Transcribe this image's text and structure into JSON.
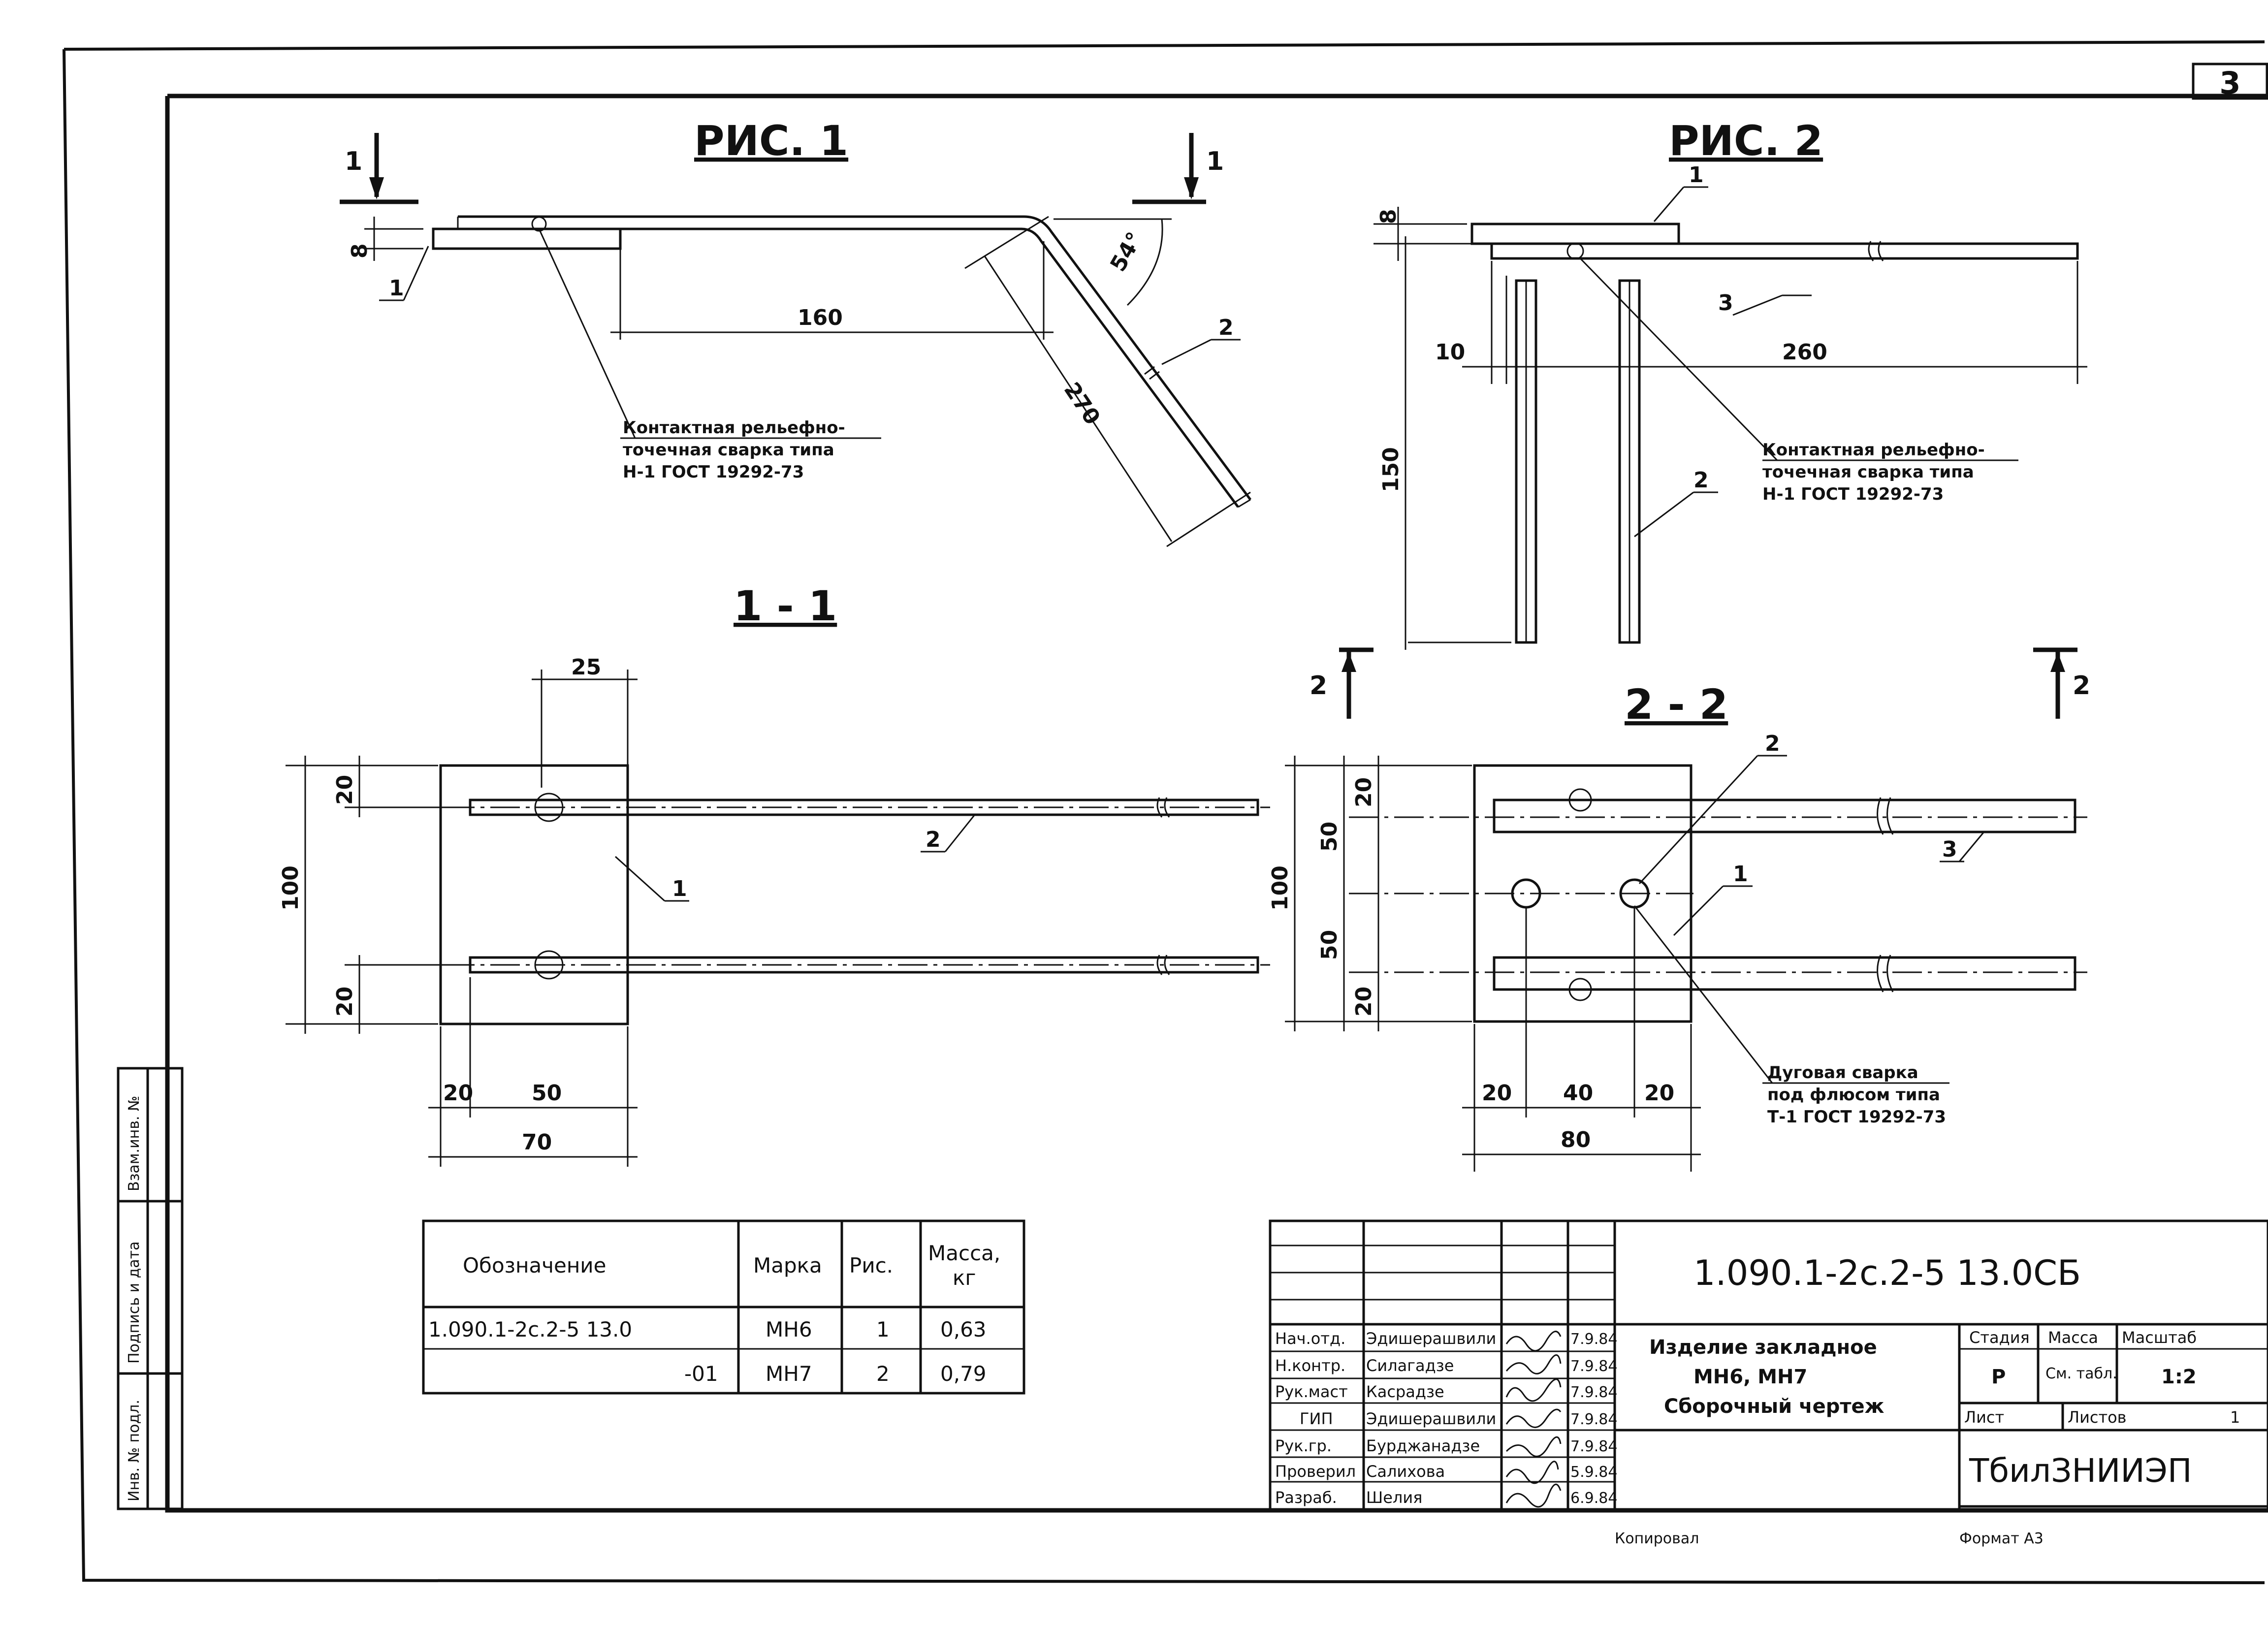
{
  "sheet": {
    "number": "3"
  },
  "figures": {
    "fig1": {
      "title": "РИС. 1",
      "section_mark": "1",
      "angle": "54°",
      "dims": {
        "thickness": "8",
        "length_160": "160",
        "length_270": "270"
      },
      "callouts": [
        "1",
        "2"
      ]
    },
    "fig2": {
      "title": "РИС. 2",
      "section_mark": "2",
      "dims": {
        "thickness": "8",
        "offset_10": "10",
        "length_260": "260",
        "height_150": "150"
      },
      "callouts": [
        "1",
        "3",
        "2"
      ]
    },
    "sec11": {
      "title": "1 - 1",
      "dims": {
        "top_25": "25",
        "left_100": "100",
        "left_20a": "20",
        "left_20b": "20",
        "bottom_20": "20",
        "bottom_50": "50",
        "bottom_70": "70"
      },
      "callouts": [
        "2",
        "1"
      ]
    },
    "sec22": {
      "title": "2 - 2",
      "dims": {
        "left_100": "100",
        "left_20a": "20",
        "left_50a": "50",
        "left_50b": "50",
        "left_20b": "20",
        "bottom_20a": "20",
        "bottom_40": "40",
        "bottom_20b": "20",
        "bottom_80": "80"
      },
      "callouts": [
        "2",
        "3",
        "1"
      ]
    }
  },
  "notes": {
    "weld_fig1": [
      "Контактная рельефно-",
      "точечная сварка типа",
      "Н-1  ГОСТ  19292-73"
    ],
    "weld_fig2": [
      "Контактная  рельефно-",
      "точечная  сварка  типа",
      "Н-1  ГОСТ  19292-73"
    ],
    "weld_arc": [
      "Дуговая сварка",
      "под флюсом типа",
      "Т-1  ГОСТ  19292-73"
    ]
  },
  "spec_table": {
    "headers": [
      "Обозначение",
      "Марка",
      "Рис.",
      "Масса,",
      "кг"
    ],
    "rows": [
      {
        "designation": "1.090.1-2с.2-5  13.0",
        "mark": "МН6",
        "fig": "1",
        "mass": "0,63"
      },
      {
        "designation": "-01",
        "mark": "МН7",
        "fig": "2",
        "mass": "0,79"
      }
    ]
  },
  "title_block": {
    "code": "1.090.1-2с.2-5   13.0СБ",
    "name": [
      "Изделие закладное",
      "МН6, МН7",
      "Сборочный чертеж"
    ],
    "roles": [
      "Нач.отд.",
      "Н.контр.",
      "Рук.маст",
      "ГИП",
      "Рук.гр.",
      "Проверил",
      "Разраб."
    ],
    "people": [
      "Эдишерашвили",
      "Силагадзе",
      "Касрадзе",
      "Эдишерашвили",
      "Бурджанадзе",
      "Салихова",
      "Шелия"
    ],
    "dates": [
      "7.9.84",
      "7.9.84",
      "7.9.84",
      "7.9.84",
      "7.9.84",
      "5.9.84",
      "6.9.84"
    ],
    "stage_label": "Стадия",
    "mass_label": "Масса",
    "scale_label": "Масштаб",
    "stage": "Р",
    "mass": "См. табл.",
    "scale": "1:2",
    "sheet_label": "Лист",
    "sheets_label": "Листов",
    "sheets": "1",
    "org": "ТбилЗНИИЭП",
    "copied_label": "Копировал",
    "format_label": "Формат А3"
  },
  "side_stamp": [
    "Инв. № подл.",
    "Подпись и дата",
    "Взам.инв. №"
  ]
}
